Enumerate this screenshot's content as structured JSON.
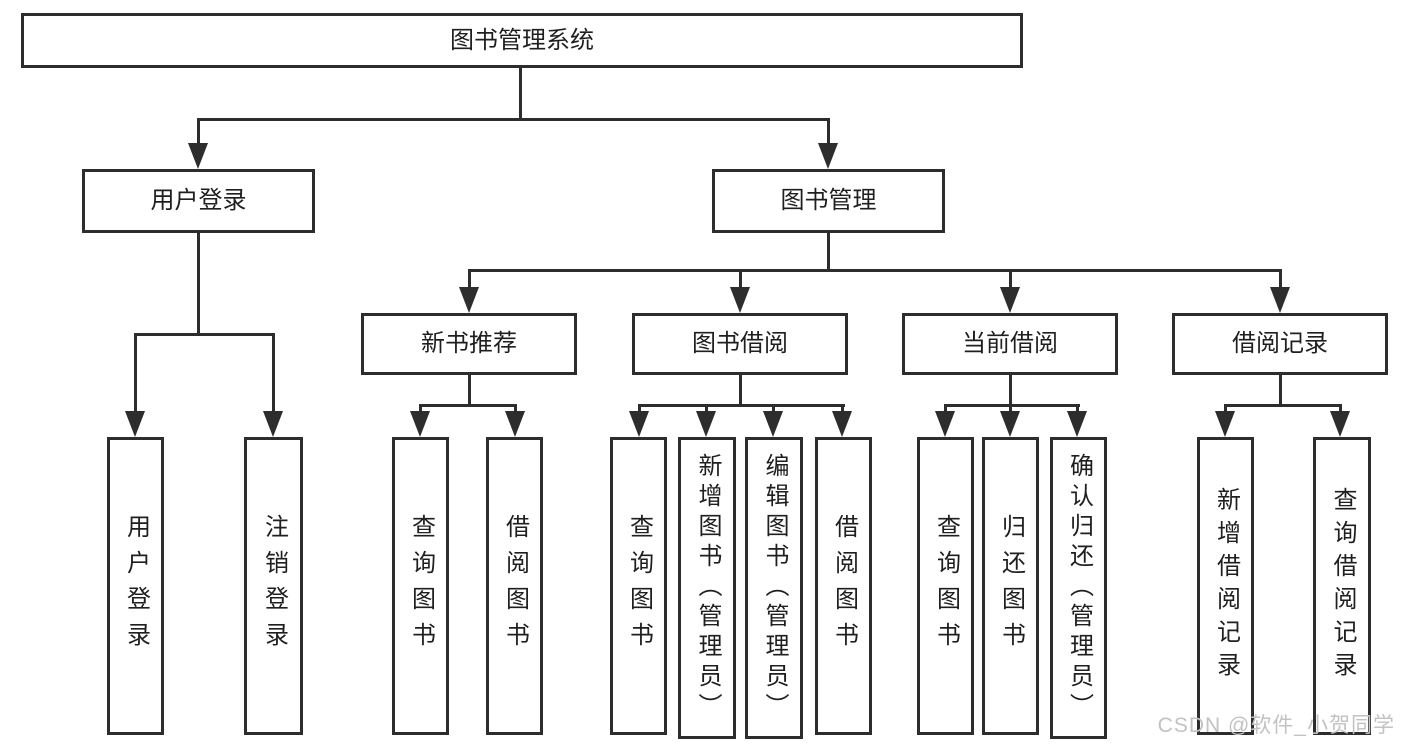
{
  "colors": {
    "line": "#2d2d2d",
    "text": "#1f1f1f",
    "watermark": "#c2c2c2",
    "background": "#ffffff"
  },
  "tree": {
    "root": "图书管理系统",
    "branches": [
      {
        "label": "用户登录",
        "children": [
          "用户登录",
          "注销登录"
        ]
      },
      {
        "label": "图书管理",
        "groups": [
          {
            "label": "新书推荐",
            "children": [
              "查询图书",
              "借阅图书"
            ]
          },
          {
            "label": "图书借阅",
            "children": [
              "查询图书",
              "新增图书（管理员）",
              "编辑图书（管理员）",
              "借阅图书"
            ]
          },
          {
            "label": "当前借阅",
            "children": [
              "查询图书",
              "归还图书",
              "确认归还（管理员）"
            ]
          },
          {
            "label": "借阅记录",
            "children": [
              "新增借阅记录",
              "查询借阅记录"
            ]
          }
        ]
      }
    ]
  },
  "watermark": {
    "text": "CSDN @软件_小贺同学"
  }
}
